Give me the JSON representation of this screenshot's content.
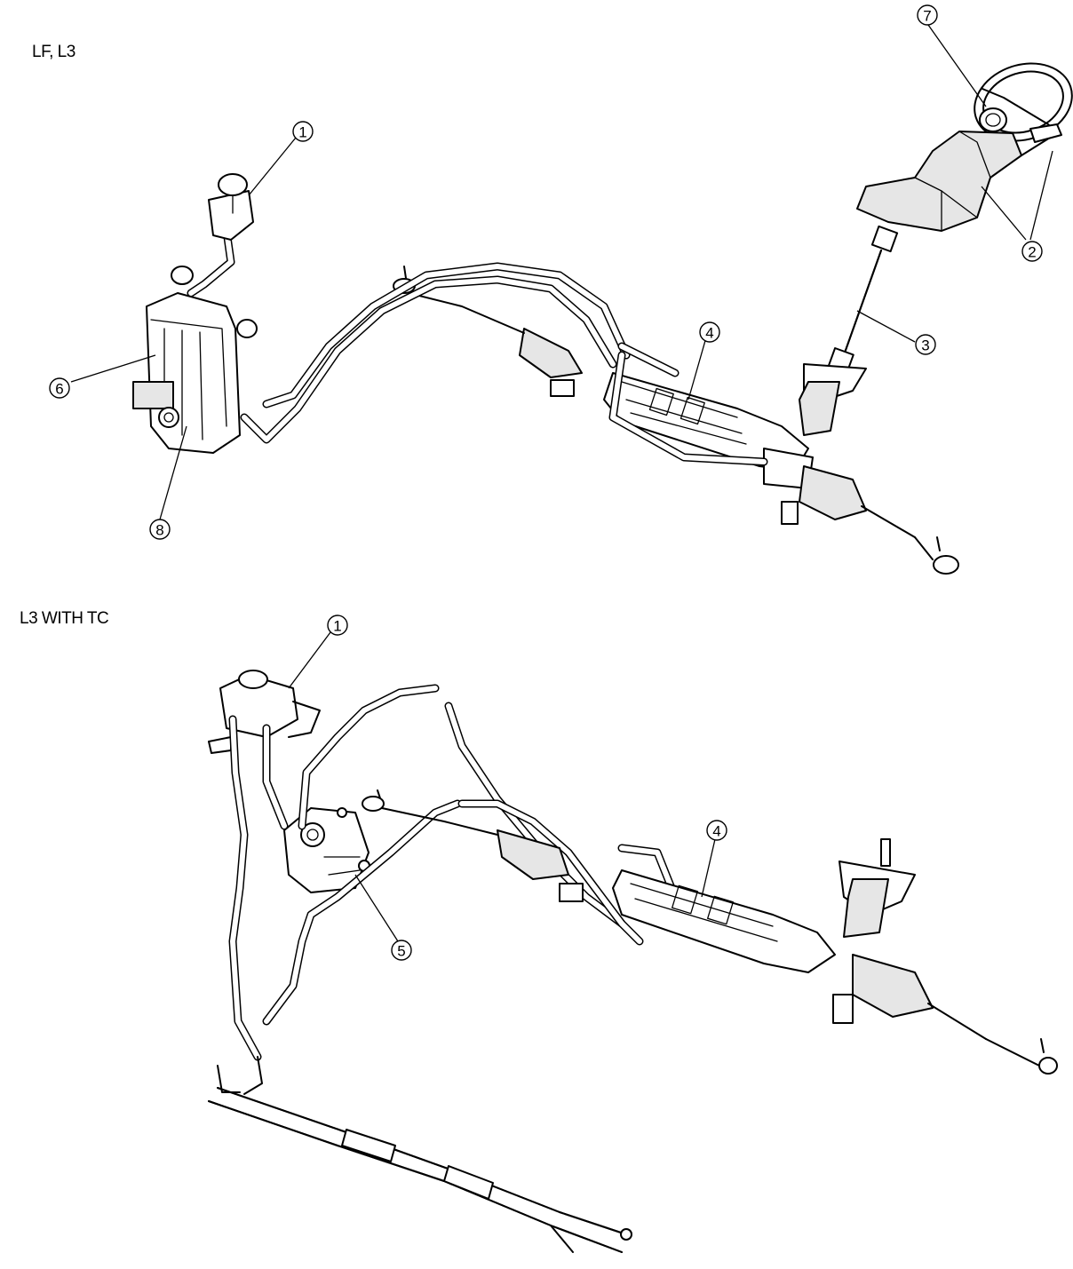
{
  "sections": {
    "top": {
      "label": "LF, L3"
    },
    "bottom": {
      "label": "L3 WITH TC"
    }
  },
  "callouts_top": [
    {
      "id": "1",
      "label": "1"
    },
    {
      "id": "2",
      "label": "2"
    },
    {
      "id": "3",
      "label": "3"
    },
    {
      "id": "4",
      "label": "4"
    },
    {
      "id": "6",
      "label": "6"
    },
    {
      "id": "7",
      "label": "7"
    },
    {
      "id": "8",
      "label": "8"
    }
  ],
  "callouts_bottom": [
    {
      "id": "1",
      "label": "1"
    },
    {
      "id": "4",
      "label": "4"
    },
    {
      "id": "5",
      "label": "5"
    }
  ]
}
